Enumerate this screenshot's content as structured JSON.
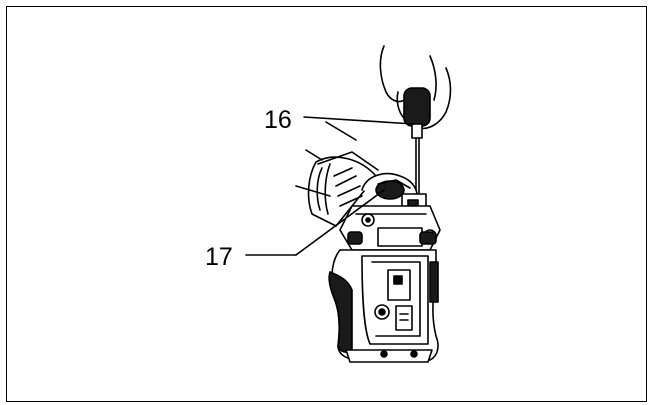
{
  "figure": {
    "callouts": [
      {
        "id": "16",
        "label": "16"
      },
      {
        "id": "17",
        "label": "17"
      }
    ],
    "icons": {
      "hand": "hand-holding-screwdriver-icon",
      "tool": "power-tool-housing-icon"
    },
    "colors": {
      "line": "#000000",
      "fill": "#ffffff",
      "dark": "#1a1a1a"
    }
  }
}
